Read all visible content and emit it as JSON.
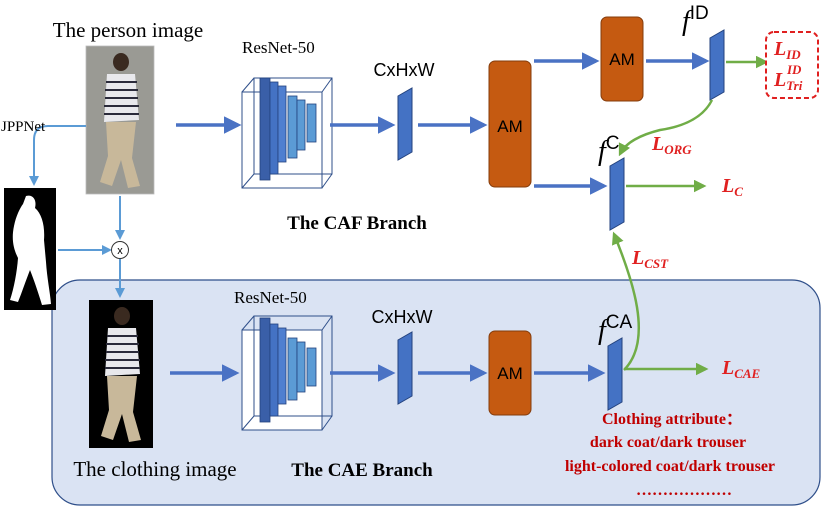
{
  "labels": {
    "person_image": "The person image",
    "clothing_image": "The clothing image",
    "jppnet": "JPPNet",
    "multiply": "x",
    "resnet_top": "ResNet-50",
    "resnet_bottom": "ResNet-50",
    "cxhxw_top": "CxHxW",
    "cxhxw_bottom": "CxHxW",
    "am_main": "AM",
    "am_id": "AM",
    "am_bottom": "AM",
    "caf_branch": "The CAF Branch",
    "cae_branch": "The CAE Branch"
  },
  "features": {
    "f_id": {
      "base": "f",
      "sup": "ID"
    },
    "f_c": {
      "base": "f",
      "sup": "C"
    },
    "f_ca": {
      "base": "f",
      "sup": "CA"
    }
  },
  "losses": {
    "l_id": {
      "base": "L",
      "sub": "ID"
    },
    "l_tri": {
      "base": "L",
      "sub": "Tri",
      "sup": "ID"
    },
    "l_org": {
      "base": "L",
      "sub": "ORG"
    },
    "l_c": {
      "base": "L",
      "sub": "C"
    },
    "l_cst": {
      "base": "L",
      "sub": "CST"
    },
    "l_cae": {
      "base": "L",
      "sub": "CAE"
    }
  },
  "attributes": {
    "title": "Clothing attribute：",
    "items": [
      "dark coat/dark trouser",
      "light-colored coat/dark trouser",
      "………………"
    ]
  },
  "colors": {
    "arrow_blue": "#4a72c4",
    "arrow_green": "#70ad47",
    "am_orange": "#c55a11",
    "loss_red": "#e02020",
    "attr_red": "#c00000",
    "panel_fill": "#dae3f3",
    "panel_stroke": "#2f4f8a"
  }
}
